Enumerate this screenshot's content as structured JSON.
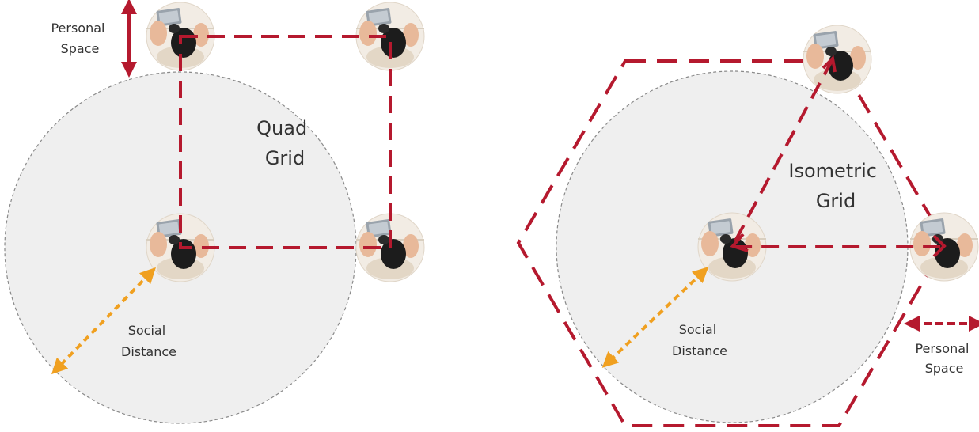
{
  "colors": {
    "grid_line": "#b5192e",
    "social_arrow": "#f0a020",
    "personal_arrow": "#b5192e",
    "zone_fill": "#efefef",
    "zone_stroke": "#8a8a8a",
    "text": "#333333"
  },
  "quad": {
    "title_line1": "Quad",
    "title_line2": "Grid",
    "personal_line1": "Personal",
    "personal_line2": "Space",
    "social_line1": "Social",
    "social_line2": "Distance"
  },
  "iso": {
    "title_line1": "Isometric",
    "title_line2": "Grid",
    "personal_line1": "Personal",
    "personal_line2": "Space",
    "social_line1": "Social",
    "social_line2": "Distance"
  },
  "icons": {
    "person": "person-at-desk-icon"
  }
}
